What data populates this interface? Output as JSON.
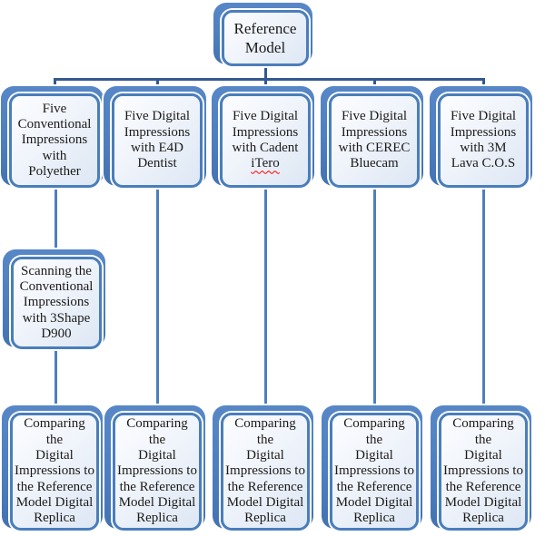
{
  "figure": {
    "root": {
      "label_lines": [
        "Reference",
        "Model"
      ]
    },
    "columns": [
      {
        "top_lines": [
          "Five",
          "Conventional",
          "Impressions",
          "with",
          "Polyether"
        ],
        "middle_lines": [
          "Scanning the",
          "Conventional",
          "Impressions",
          "with 3Shape",
          "D900"
        ],
        "bottom_lines": [
          "Comparing the",
          "Digital",
          "Impressions to",
          "the Reference",
          "Model Digital",
          "Replica"
        ]
      },
      {
        "top_lines": [
          "Five Digital",
          "Impressions",
          "with E4D",
          "Dentist"
        ],
        "bottom_lines": [
          "Comparing the",
          "Digital",
          "Impressions to",
          "the Reference",
          "Model Digital",
          "Replica"
        ]
      },
      {
        "top_lines": [
          "Five Digital",
          "Impressions",
          "with Cadent"
        ],
        "top_misspelled_word": "iTero",
        "bottom_lines": [
          "Comparing the",
          "Digital",
          "Impressions to",
          "the Reference",
          "Model Digital",
          "Replica"
        ]
      },
      {
        "top_lines": [
          "Five Digital",
          "Impressions",
          "with CEREC",
          "Bluecam"
        ],
        "bottom_lines": [
          "Comparing the",
          "Digital",
          "Impressions to",
          "the Reference",
          "Model Digital",
          "Replica"
        ]
      },
      {
        "top_lines": [
          "Five Digital",
          "Impressions",
          "with 3M",
          "Lava C.O.S"
        ],
        "bottom_lines": [
          "Comparing the",
          "Digital",
          "Impressions to",
          "the Reference",
          "Model Digital",
          "Replica"
        ]
      }
    ],
    "colors": {
      "node_shadow": "#4d7ec0",
      "node_border": "#4a7ebb",
      "tree_connector": "#33598f",
      "branch_connector": "#4d7fbe",
      "spellcheck_underline": "#fe0000"
    }
  }
}
